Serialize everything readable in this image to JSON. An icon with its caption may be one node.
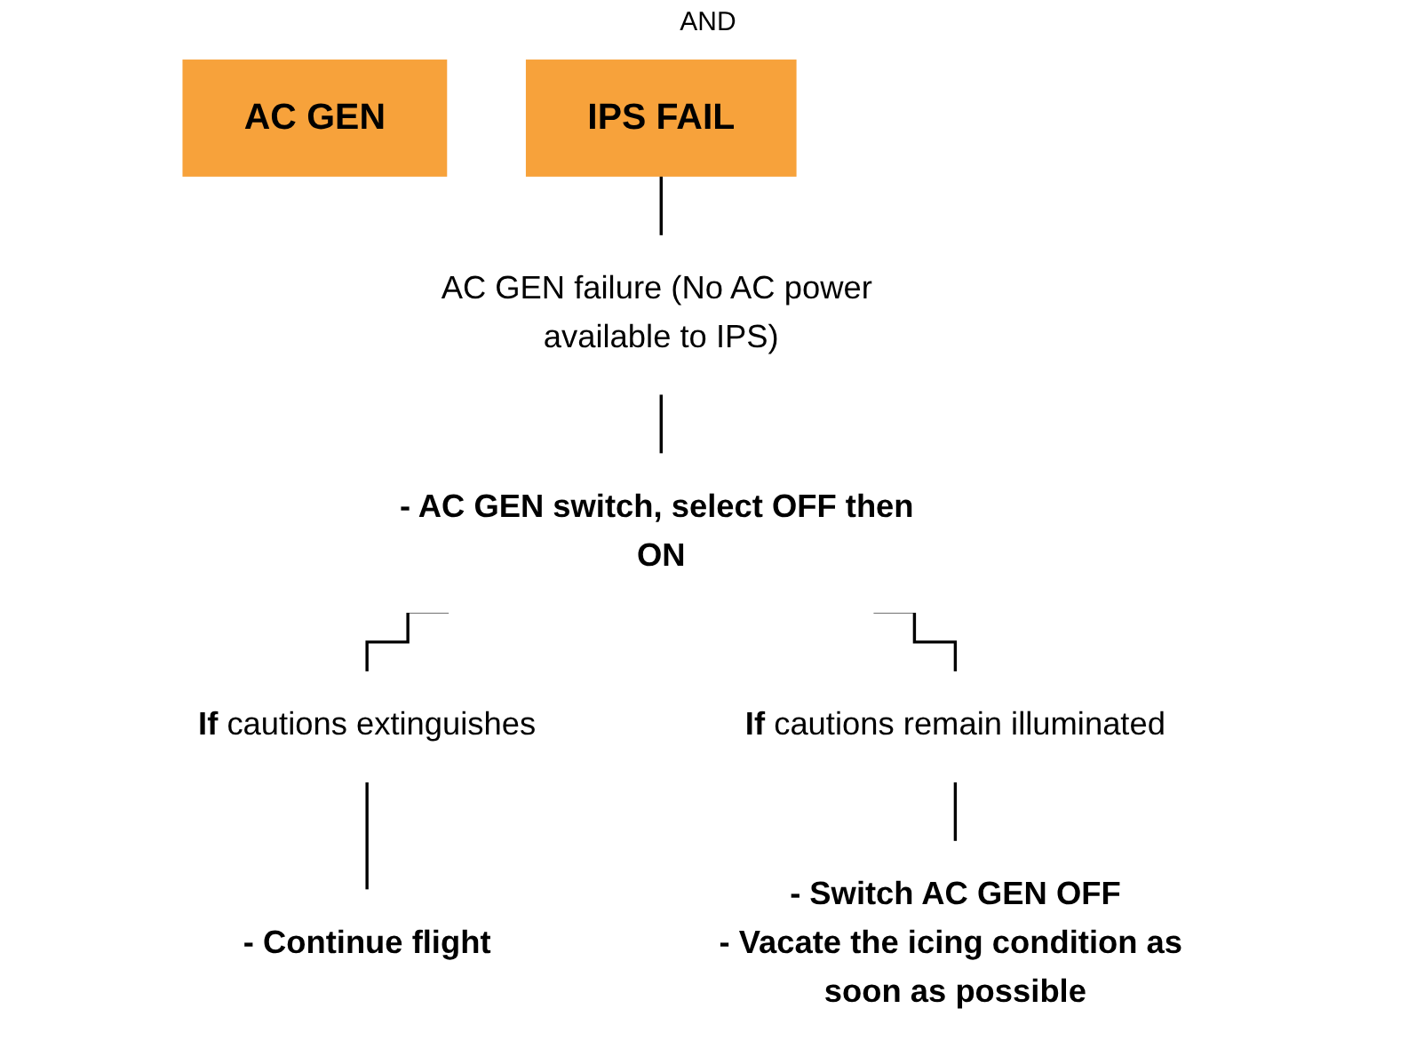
{
  "diagram": {
    "nodes": [
      {
        "text": [
          "AC GEN"
        ]
      },
      {
        "text": [
          "IPS FAIL"
        ]
      },
      {
        "text": [
          "AC GEN failure (No AC power available to IPS)"
        ]
      },
      {
        "text": [
          "- AC GEN switch, select OFF then ON"
        ]
      },
      {
        "text": [
          "**If** cautions extinguishes"
        ]
      },
      {
        "text": [
          "**If** cautions remain illuminated"
        ]
      },
      {
        "text": [
          "- Continue flight"
        ]
      },
      {
        "text": [
          "- Switch AC GEN OFF",
          "- Vacate the icing condition as soon as possible"
        ]
      }
    ],
    "edges": [
      {
        "from": 1,
        "to": 2,
        "arrow": "none"
      },
      {
        "from": 2,
        "to": 3,
        "arrow": "none"
      },
      {
        "from": 3,
        "to": 4,
        "arrow": "none"
      },
      {
        "from": 3,
        "to": 5,
        "arrow": "none"
      },
      {
        "from": 4,
        "to": 6,
        "arrow": "none"
      },
      {
        "from": 5,
        "to": 7,
        "arrow": "none"
      }
    ],
    "labels": [
      "AND"
    ]
  }
}
